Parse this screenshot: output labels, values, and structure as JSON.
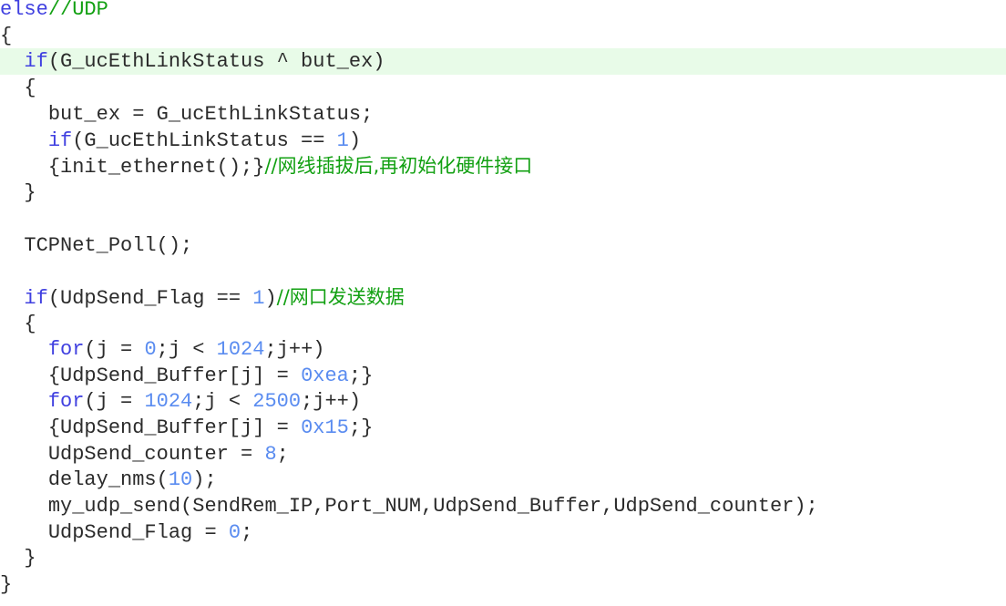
{
  "colors": {
    "keyword": "#4040e0",
    "number": "#5a8cf0",
    "comment": "#12a012",
    "text": "#2b2b2b",
    "current_line_highlight": "#e8fbe8",
    "background": "#ffffff"
  },
  "code": {
    "l1": {
      "kw": "else",
      "cm": "//UDP"
    },
    "l2": {
      "t": "{"
    },
    "l3": {
      "kw": "if",
      "t": "(G_ucEthLinkStatus ^ but_ex)"
    },
    "l4": {
      "t": "{"
    },
    "l5": {
      "t": "but_ex = G_ucEthLinkStatus;"
    },
    "l6": {
      "kw": "if",
      "t1": "(G_ucEthLinkStatus == ",
      "n": "1",
      "t2": ")"
    },
    "l7": {
      "t": "{init_ethernet();}",
      "cm": "//网线插拔后,再初始化硬件接口"
    },
    "l8": {
      "t": "}"
    },
    "l10": {
      "t": "TCPNet_Poll();"
    },
    "l12": {
      "kw": "if",
      "t1": "(UdpSend_Flag == ",
      "n": "1",
      "t2": ")",
      "cm": "//网口发送数据"
    },
    "l13": {
      "t": "{"
    },
    "l14": {
      "kw": "for",
      "t1": "(j = ",
      "n1": "0",
      "t2": ";j < ",
      "n2": "1024",
      "t3": ";j++)"
    },
    "l15": {
      "t1": "{UdpSend_Buffer[j] = ",
      "n": "0xea",
      "t2": ";}"
    },
    "l16": {
      "kw": "for",
      "t1": "(j = ",
      "n1": "1024",
      "t2": ";j < ",
      "n2": "2500",
      "t3": ";j++)"
    },
    "l17": {
      "t1": "{UdpSend_Buffer[j] = ",
      "n": "0x15",
      "t2": ";}"
    },
    "l18": {
      "t1": "UdpSend_counter = ",
      "n": "8",
      "t2": ";"
    },
    "l19": {
      "t1": "delay_nms(",
      "n": "10",
      "t2": ");"
    },
    "l20": {
      "t": "my_udp_send(SendRem_IP,Port_NUM,UdpSend_Buffer,UdpSend_counter);"
    },
    "l21": {
      "t1": "UdpSend_Flag = ",
      "n": "0",
      "t2": ";"
    },
    "l22": {
      "t": "}"
    },
    "l23": {
      "t": "}"
    }
  }
}
